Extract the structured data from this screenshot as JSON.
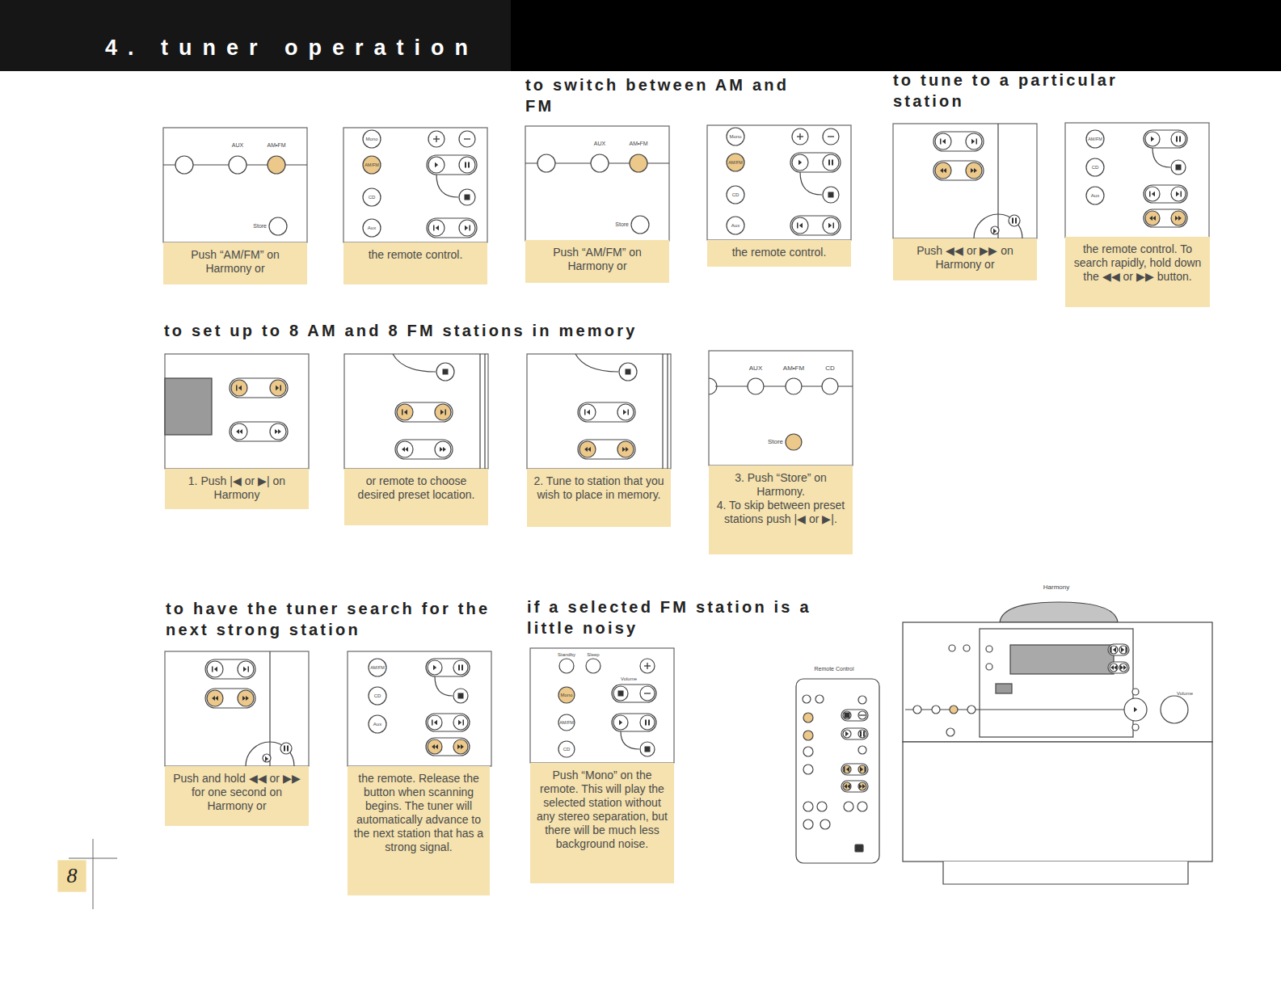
{
  "diagram": {
    "title": "4. tuner operation",
    "nodes": [
      {
        "text": [
          "Push “AM/FM” on Harmony or"
        ]
      },
      {
        "text": [
          "the remote control."
        ]
      },
      {
        "text": [
          "Push “AM/FM” on Harmony or"
        ]
      },
      {
        "text": [
          "the remote control."
        ]
      },
      {
        "text": [
          "Push ◀◀ or ▶▶ on Harmony or"
        ]
      },
      {
        "text": [
          "the remote control. To search rapidly, hold down the ◀◀ or ▶▶ button."
        ]
      },
      {
        "text": [
          "1. Push |◀ or ▶| on Harmony"
        ]
      },
      {
        "text": [
          "or remote to choose desired preset location."
        ]
      },
      {
        "text": [
          "2. Tune to station that you wish to place in memory."
        ]
      },
      {
        "text": [
          "3. Push “Store” on Harmony.",
          "4. To skip between preset stations push |◀ or ▶|."
        ]
      },
      {
        "text": [
          "Push and hold ◀◀ or ▶▶ for one second on Harmony or"
        ]
      },
      {
        "text": [
          "the remote. Release the button when scanning begins. The tuner will automatically advance to the next station that has a strong signal."
        ]
      },
      {
        "text": [
          "Push “Mono” on the remote. This will play the selected station without any stereo separation, but there will be much less background noise."
        ]
      }
    ],
    "labels": [
      "to switch between AM and FM",
      "to tune to a particular station",
      "to set up to 8 AM and 8 FM stations in memory",
      "to have the tuner search for the next strong station",
      "if a selected FM station is a little noisy",
      "8",
      "Remote Control",
      "Harmony",
      "AUX",
      "AM•FM",
      "Store",
      "Mono",
      "AM/FM",
      "CD",
      "Aux",
      "AUX",
      "AM•FM",
      "Store",
      "Mono",
      "AM/FM",
      "CD",
      "Aux",
      "AM/FM",
      "CD",
      "Aux",
      "AUX",
      "AM•FM",
      "CD",
      "Store",
      "AM/FM",
      "CD",
      "Aux",
      "Standby",
      "Sleep",
      "Volume",
      "Mono",
      "AM/FM",
      "CD",
      "Volume"
    ]
  }
}
